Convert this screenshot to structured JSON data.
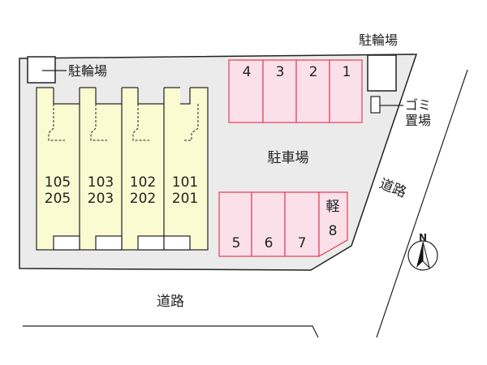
{
  "site": {
    "bicycle_parking_left": "駐輪場",
    "bicycle_parking_right": "駐輪場",
    "parking_area": "駐車場",
    "garbage_line1": "ゴミ",
    "garbage_line2": "置場"
  },
  "roads": {
    "south": "道路",
    "east": "道路"
  },
  "north_mark": "N",
  "units": [
    {
      "top": "105",
      "bottom": "205"
    },
    {
      "top": "103",
      "bottom": "203"
    },
    {
      "top": "102",
      "bottom": "202"
    },
    {
      "top": "101",
      "bottom": "201"
    }
  ],
  "parking_top": [
    "4",
    "3",
    "2",
    "1"
  ],
  "parking_bottom": [
    "5",
    "6",
    "7"
  ],
  "parking_kei": {
    "line1": "軽",
    "line2": "8"
  },
  "colors": {
    "lot": "#ebebeb",
    "building": "#fbfbd2",
    "parking_fill": "#fbe0ea",
    "parking_stroke": "#e23c5c",
    "outline": "#222222"
  }
}
